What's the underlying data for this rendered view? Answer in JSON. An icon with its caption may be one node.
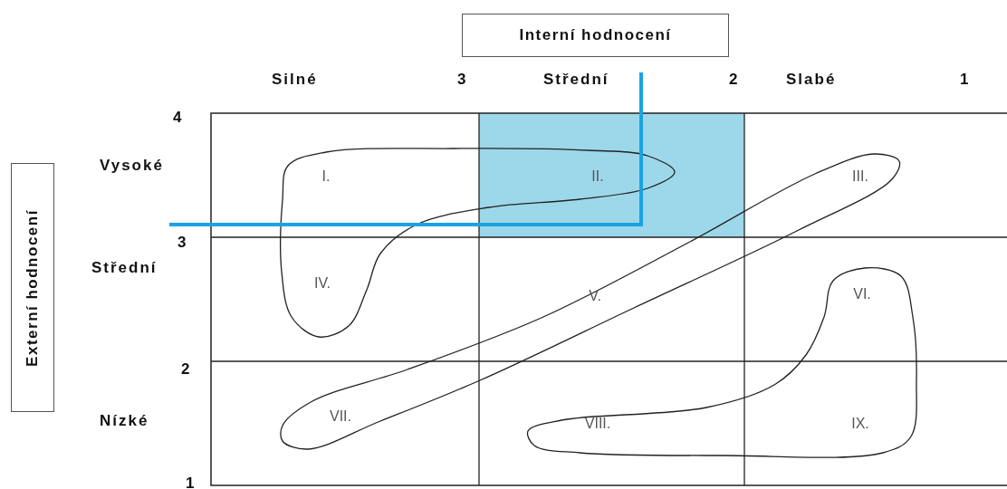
{
  "diagram": {
    "nodes": [
      {
        "text": [
          "Interní hodnocení"
        ]
      },
      {
        "text": [
          "Externí hodnocení"
        ]
      },
      {
        "text": [
          "I."
        ]
      },
      {
        "text": [
          "II."
        ]
      },
      {
        "text": [
          "III."
        ]
      },
      {
        "text": [
          "IV."
        ]
      },
      {
        "text": [
          "V."
        ]
      },
      {
        "text": [
          "VI."
        ]
      },
      {
        "text": [
          "VII."
        ]
      },
      {
        "text": [
          "VIII."
        ]
      },
      {
        "text": [
          "IX."
        ]
      }
    ],
    "edges": [],
    "labels": [
      "Silné",
      "3",
      "Střední",
      "2",
      "Slabé",
      "1",
      "4",
      "Vysoké",
      "3",
      "Střední",
      "2",
      "Nízké",
      "1"
    ]
  }
}
